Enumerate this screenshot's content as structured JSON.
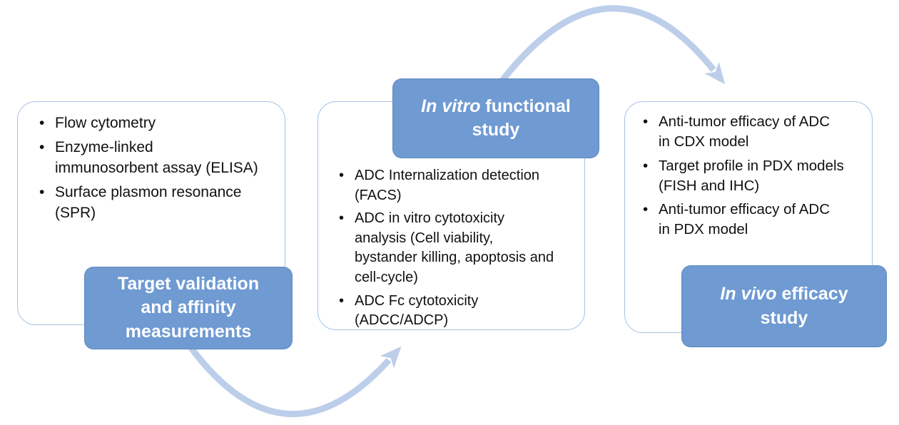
{
  "colors": {
    "stage_label_fill": "#6f9ad2",
    "stage_label_text": "#ffffff",
    "panel_border": "#a6c3e3",
    "arrow": "#bccee9",
    "body_text": "#111111"
  },
  "stages": [
    {
      "label": {
        "italic": "",
        "text": "Target validation\nand affinity\nmeasurements"
      },
      "bullets": [
        "Flow cytometry",
        "Enzyme-linked\nimmunosorbent assay (ELISA)",
        "Surface plasmon resonance\n(SPR)"
      ]
    },
    {
      "label": {
        "italic": "In vitro",
        "text": " functional\nstudy"
      },
      "bullets": [
        "ADC Internalization detection\n(FACS)",
        "ADC in vitro cytotoxicity\nanalysis (Cell viability,\nbystander killing, apoptosis and\ncell-cycle)",
        "ADC Fc cytotoxicity\n(ADCC/ADCP)"
      ]
    },
    {
      "label": {
        "italic": "In vivo",
        "text": " efficacy\nstudy"
      },
      "bullets": [
        "Anti-tumor efficacy of ADC\nin CDX model",
        "Target profile in PDX models\n(FISH and IHC)",
        "Anti-tumor efficacy of ADC\nin PDX model"
      ]
    }
  ],
  "arrows": [
    {
      "icon": "curved-arrow-stage1-to-stage2"
    },
    {
      "icon": "curved-arrow-stage2-to-stage3"
    }
  ]
}
